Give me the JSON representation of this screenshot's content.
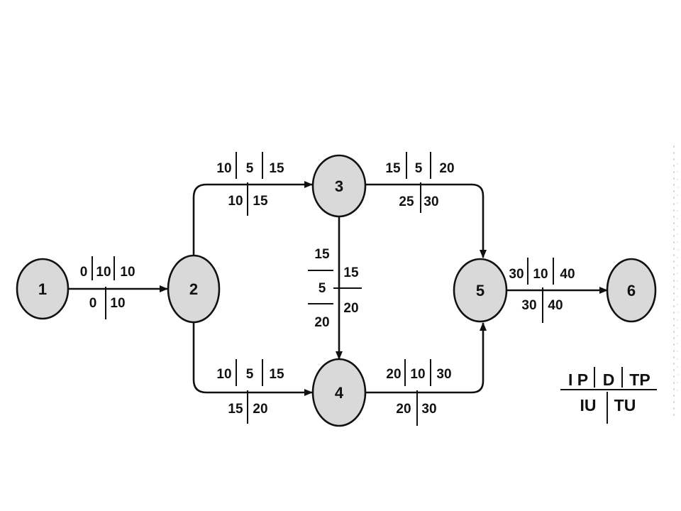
{
  "nodes": [
    {
      "id": "1",
      "label": "1"
    },
    {
      "id": "2",
      "label": "2"
    },
    {
      "id": "3",
      "label": "3"
    },
    {
      "id": "4",
      "label": "4"
    },
    {
      "id": "5",
      "label": "5"
    },
    {
      "id": "6",
      "label": "6"
    }
  ],
  "activities": [
    {
      "from": "1",
      "to": "2",
      "ip": "0",
      "d": "10",
      "tp": "10",
      "iu": "0",
      "tu": "10"
    },
    {
      "from": "2",
      "to": "3",
      "ip": "10",
      "d": "5",
      "tp": "15",
      "iu": "10",
      "tu": "15"
    },
    {
      "from": "2",
      "to": "4",
      "ip": "10",
      "d": "5",
      "tp": "15",
      "iu": "15",
      "tu": "20"
    },
    {
      "from": "3",
      "to": "4",
      "ip": "15",
      "d": "5",
      "tp": "20",
      "iu": "15",
      "tu": "20"
    },
    {
      "from": "3",
      "to": "5",
      "ip": "15",
      "d": "5",
      "tp": "20",
      "iu": "25",
      "tu": "30"
    },
    {
      "from": "4",
      "to": "5",
      "ip": "20",
      "d": "10",
      "tp": "30",
      "iu": "20",
      "tu": "30"
    },
    {
      "from": "5",
      "to": "6",
      "ip": "30",
      "d": "10",
      "tp": "40",
      "iu": "30",
      "tu": "40"
    }
  ],
  "legend": {
    "ip": "I P",
    "d": "D",
    "tp": "TP",
    "iu": "IU",
    "tu": "TU"
  },
  "colors": {
    "node_fill": "#d9d9d9",
    "stroke": "#111111"
  }
}
